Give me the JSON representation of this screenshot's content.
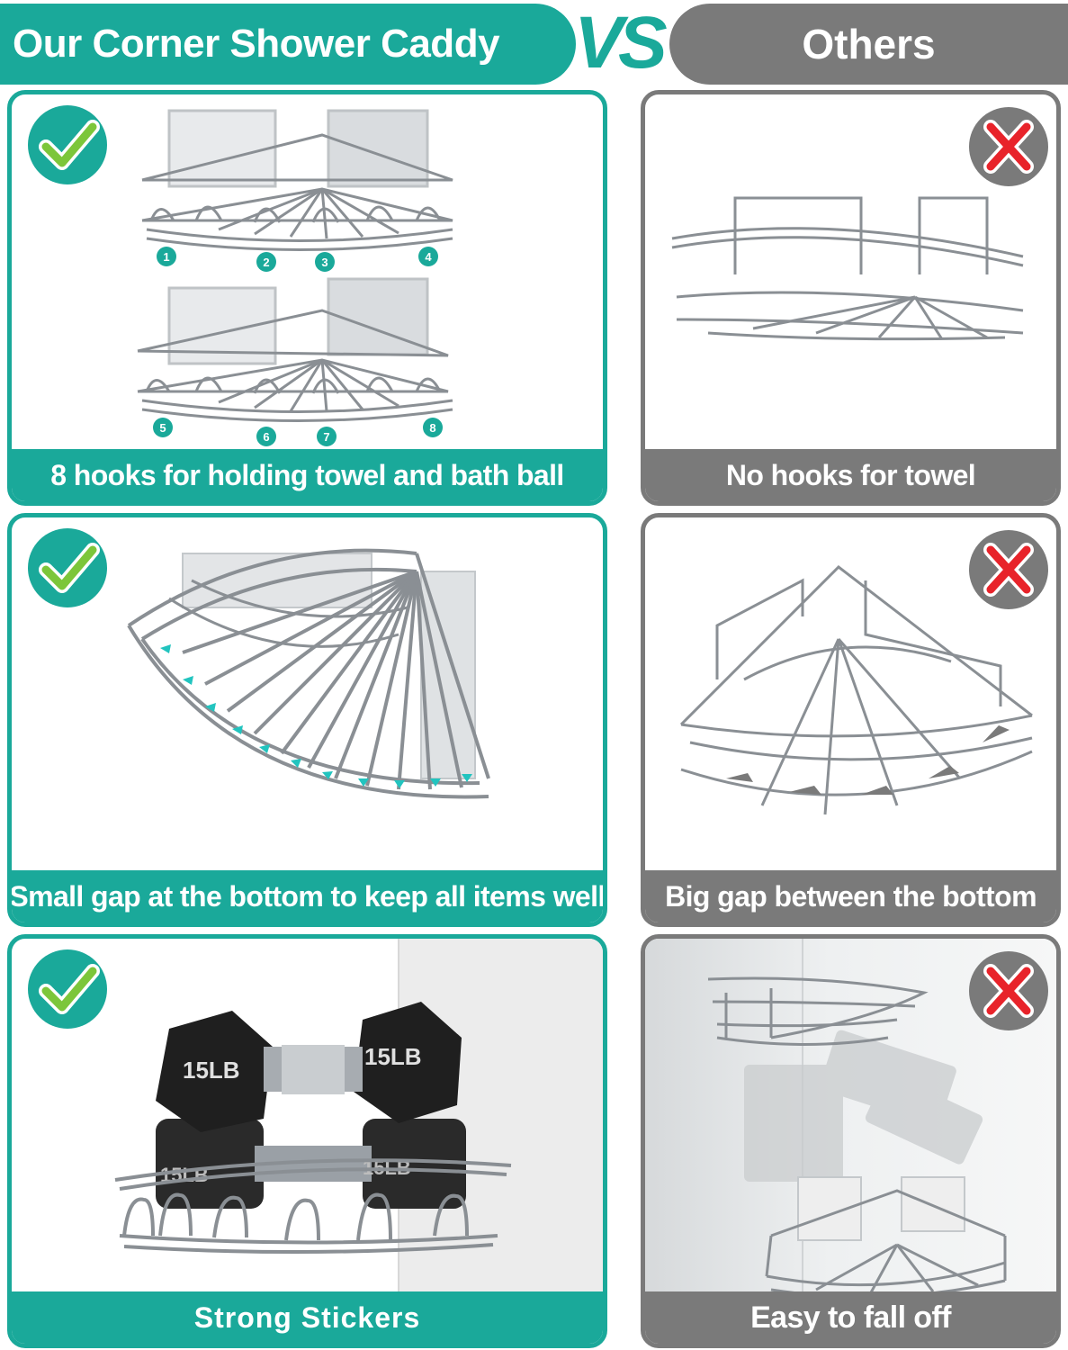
{
  "header": {
    "left_title": "Our Corner Shower Caddy",
    "vs_label": "VS",
    "right_title": "Others"
  },
  "colors": {
    "brand_teal": "#1aa99a",
    "others_gray": "#7a7a7a",
    "check_green": "#7cc63a",
    "cross_red": "#e8232a"
  },
  "rows": [
    {
      "ours": {
        "caption": "8 hooks for holding towel and bath ball",
        "icon": "check-icon",
        "hook_numbers": [
          "1",
          "2",
          "3",
          "4",
          "5",
          "6",
          "7",
          "8"
        ]
      },
      "others": {
        "caption": "No hooks for towel",
        "icon": "cross-icon"
      }
    },
    {
      "ours": {
        "caption": "Small gap at the bottom to keep all items well",
        "icon": "check-icon"
      },
      "others": {
        "caption": "Big gap between the bottom",
        "icon": "cross-icon"
      }
    },
    {
      "ours": {
        "caption": "Strong Stickers",
        "icon": "check-icon",
        "weight_labels": [
          "15LB",
          "15LB",
          "15LB",
          "15LB"
        ]
      },
      "others": {
        "caption": "Easy to fall off",
        "icon": "cross-icon"
      }
    }
  ]
}
